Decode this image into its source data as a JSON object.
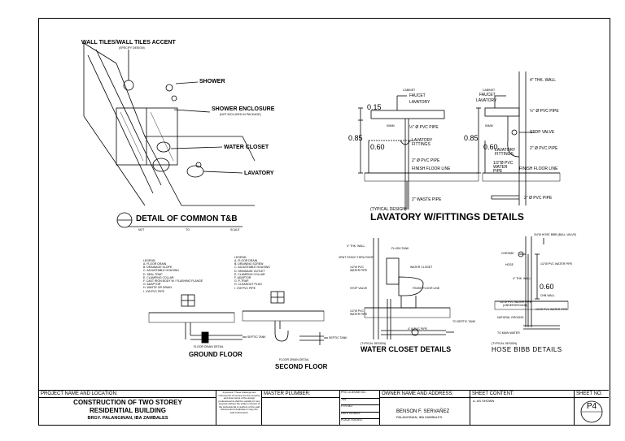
{
  "tb_detail": {
    "labels": {
      "wall_tiles": "WALL TILES/WALL TILES ACCENT",
      "wall_tiles_sub": "(SPECIFY DESIGN)",
      "shower": "SHOWER",
      "enclosure": "SHOWER ENCLOSURE",
      "enclosure_sub": "(NOT INCLUDED IN PACKAGE)",
      "water_closet": "WATER CLOSET",
      "lavatory": "LAVATORY"
    },
    "title": "DETAIL OF COMMON T&B",
    "ref_nts": "NOT",
    "ref_to": "TO",
    "ref_scale": "SCALE"
  },
  "lav": {
    "left": {
      "top_note": "CABINET",
      "faucet": "FAUCET",
      "lavatory": "LAVATORY",
      "dim_015": "0.15",
      "dim_085": "0.85",
      "dim_060": "0.60",
      "pvc_half": "½\" Ø PVC PIPE",
      "lav_fittings": "LAVATORY FITTINGS",
      "pvc_two": "2\" Ø PVC PIPE",
      "finish_floor": "FINISH FLOOR LINE",
      "waste_pipe": "2\" WASTE PIPE",
      "side": "50MM"
    },
    "right": {
      "top_note": "CABINET",
      "wall": "4\" THK. WALL",
      "faucet": "FAUCET",
      "lavatory": "LAVATORY",
      "pvc_half": "½\" Ø PVC PIPE",
      "stop_valve": "STOP VALVE",
      "dim_085": "0.85",
      "dim_060": "0.60",
      "lav_fittings": "LAVATORY FITTINGS",
      "pvc_two": "2\" Ø PVC PIPE",
      "water_pipe": "1/2\"Ø PVC WATER PIPE",
      "finish_floor": "FINISH FLOOR LINE",
      "pvc_bottom": "2\" Ø PVC PIPE",
      "side": "50MM"
    },
    "typical": "(TYPICAL DESIGN)",
    "title": "LAVATORY W/FITTINGS DETAILS"
  },
  "floor_drain": {
    "legend_head": "LEGEND:",
    "legend1": [
      "A. FLOOR DRAIN",
      "B. DRAINAGE SLOPE",
      "C. ADJUSTABLE HOUSING",
      "D. SEAL TRAP",
      "E. CLAMPING COLLAR",
      "F. CAST IRON BODY W / FLASHING FLANGE",
      "G. ADAPTOR",
      "H. WASTE OR DRAIN",
      "I. 4\"Ø PVC PIPE"
    ],
    "legend2": [
      "A. FLOOR DRAIN",
      "B. DRAINING SCREW",
      "C. ADJUSTABLE HOUSING",
      "D. DRAINAGE OUTLET",
      "E. CLAMPING COLLAR",
      "F. ADAPTOR",
      "G. P-TRAP",
      "H. CLEANOUT PLUG",
      "I. 4\"Ø PVC PIPE"
    ],
    "septic_tank": "SEPTIC TANK",
    "fd_detail": "FLOOR DRAIN DETAIL",
    "ground": "GROUND FLOOR",
    "second": "SECOND FLOOR"
  },
  "wc": {
    "wall": "4\" THK. WALL",
    "flush_tank": "FLUSH TANK",
    "vent_stack": "VENT STACK THRU ROOF",
    "pvc_water1": "1/2\"Ø PVC WATER PIPE",
    "water_closet": "WATER CLOSET",
    "stop_valve": "STOP VALVE",
    "finish_floor": "FINISH FLOOR LINE",
    "pvc_water2": "1/2\"Ø PVC WATER PIPE",
    "septic": "TO SEPTIC TANK",
    "pvc_four": "4\" Ø PVC PIPE",
    "typical": "(TYPICAL DESIGN)",
    "title": "WATER CLOSET DETAILS"
  },
  "hose": {
    "valve": "3/4\"Ø HOSE BIBB (BALL VALVE)",
    "chrome": "CHROME",
    "hose": "HOSE",
    "pvc_water": "1/2\"Ø PVC WATER PIPE",
    "wall": "4\" THK. WALL",
    "dim_060": "0.60",
    "wall2": "CHB WALL",
    "pvc_water3": "1/2\"Ø PVC WATER PIPE",
    "under": "(UNDERGROUND)",
    "natural": "NATURAL GROUND",
    "to_main": "TO MAIN WATER",
    "typical": "(TYPICAL DESIGN)",
    "title": "HOSE BIBB DETAILS"
  },
  "title_block": {
    "project_head": "PROJECT NAME AND LOCATION:",
    "project_line1": "CONSTRUCTION OF TWO STOREY",
    "project_line2": "RESIDENTIAL BUILDING",
    "project_line3": "BRGY. PALANGINAN, IBA ZAMBALES",
    "notice": "Important: These drawings are instruments of service are the property and documents of the design professional & shall be suitably for any purpose without the written consent of the professional or authors of the said documents & duplicate in copy the said instruments.",
    "plumber_head": "MASTER PLUMBER:",
    "mid_rows": [
      "PRC LICENSE NO.:",
      "TIN:",
      "PTR NO.:",
      "DATE ISSUED:",
      "PLACE ISSUED:"
    ],
    "owner_head": "OWNER NAME AND ADDRESS:",
    "owner_name": "BENSON F. SERVAÑEZ",
    "owner_addr": "PALANGINAN, IBA ZAMBALES",
    "content_head": "SHEET CONTENT:",
    "content_val": "A. AS SHOWN",
    "sheet_head": "SHEET NO.",
    "sheet_no": "P4"
  }
}
